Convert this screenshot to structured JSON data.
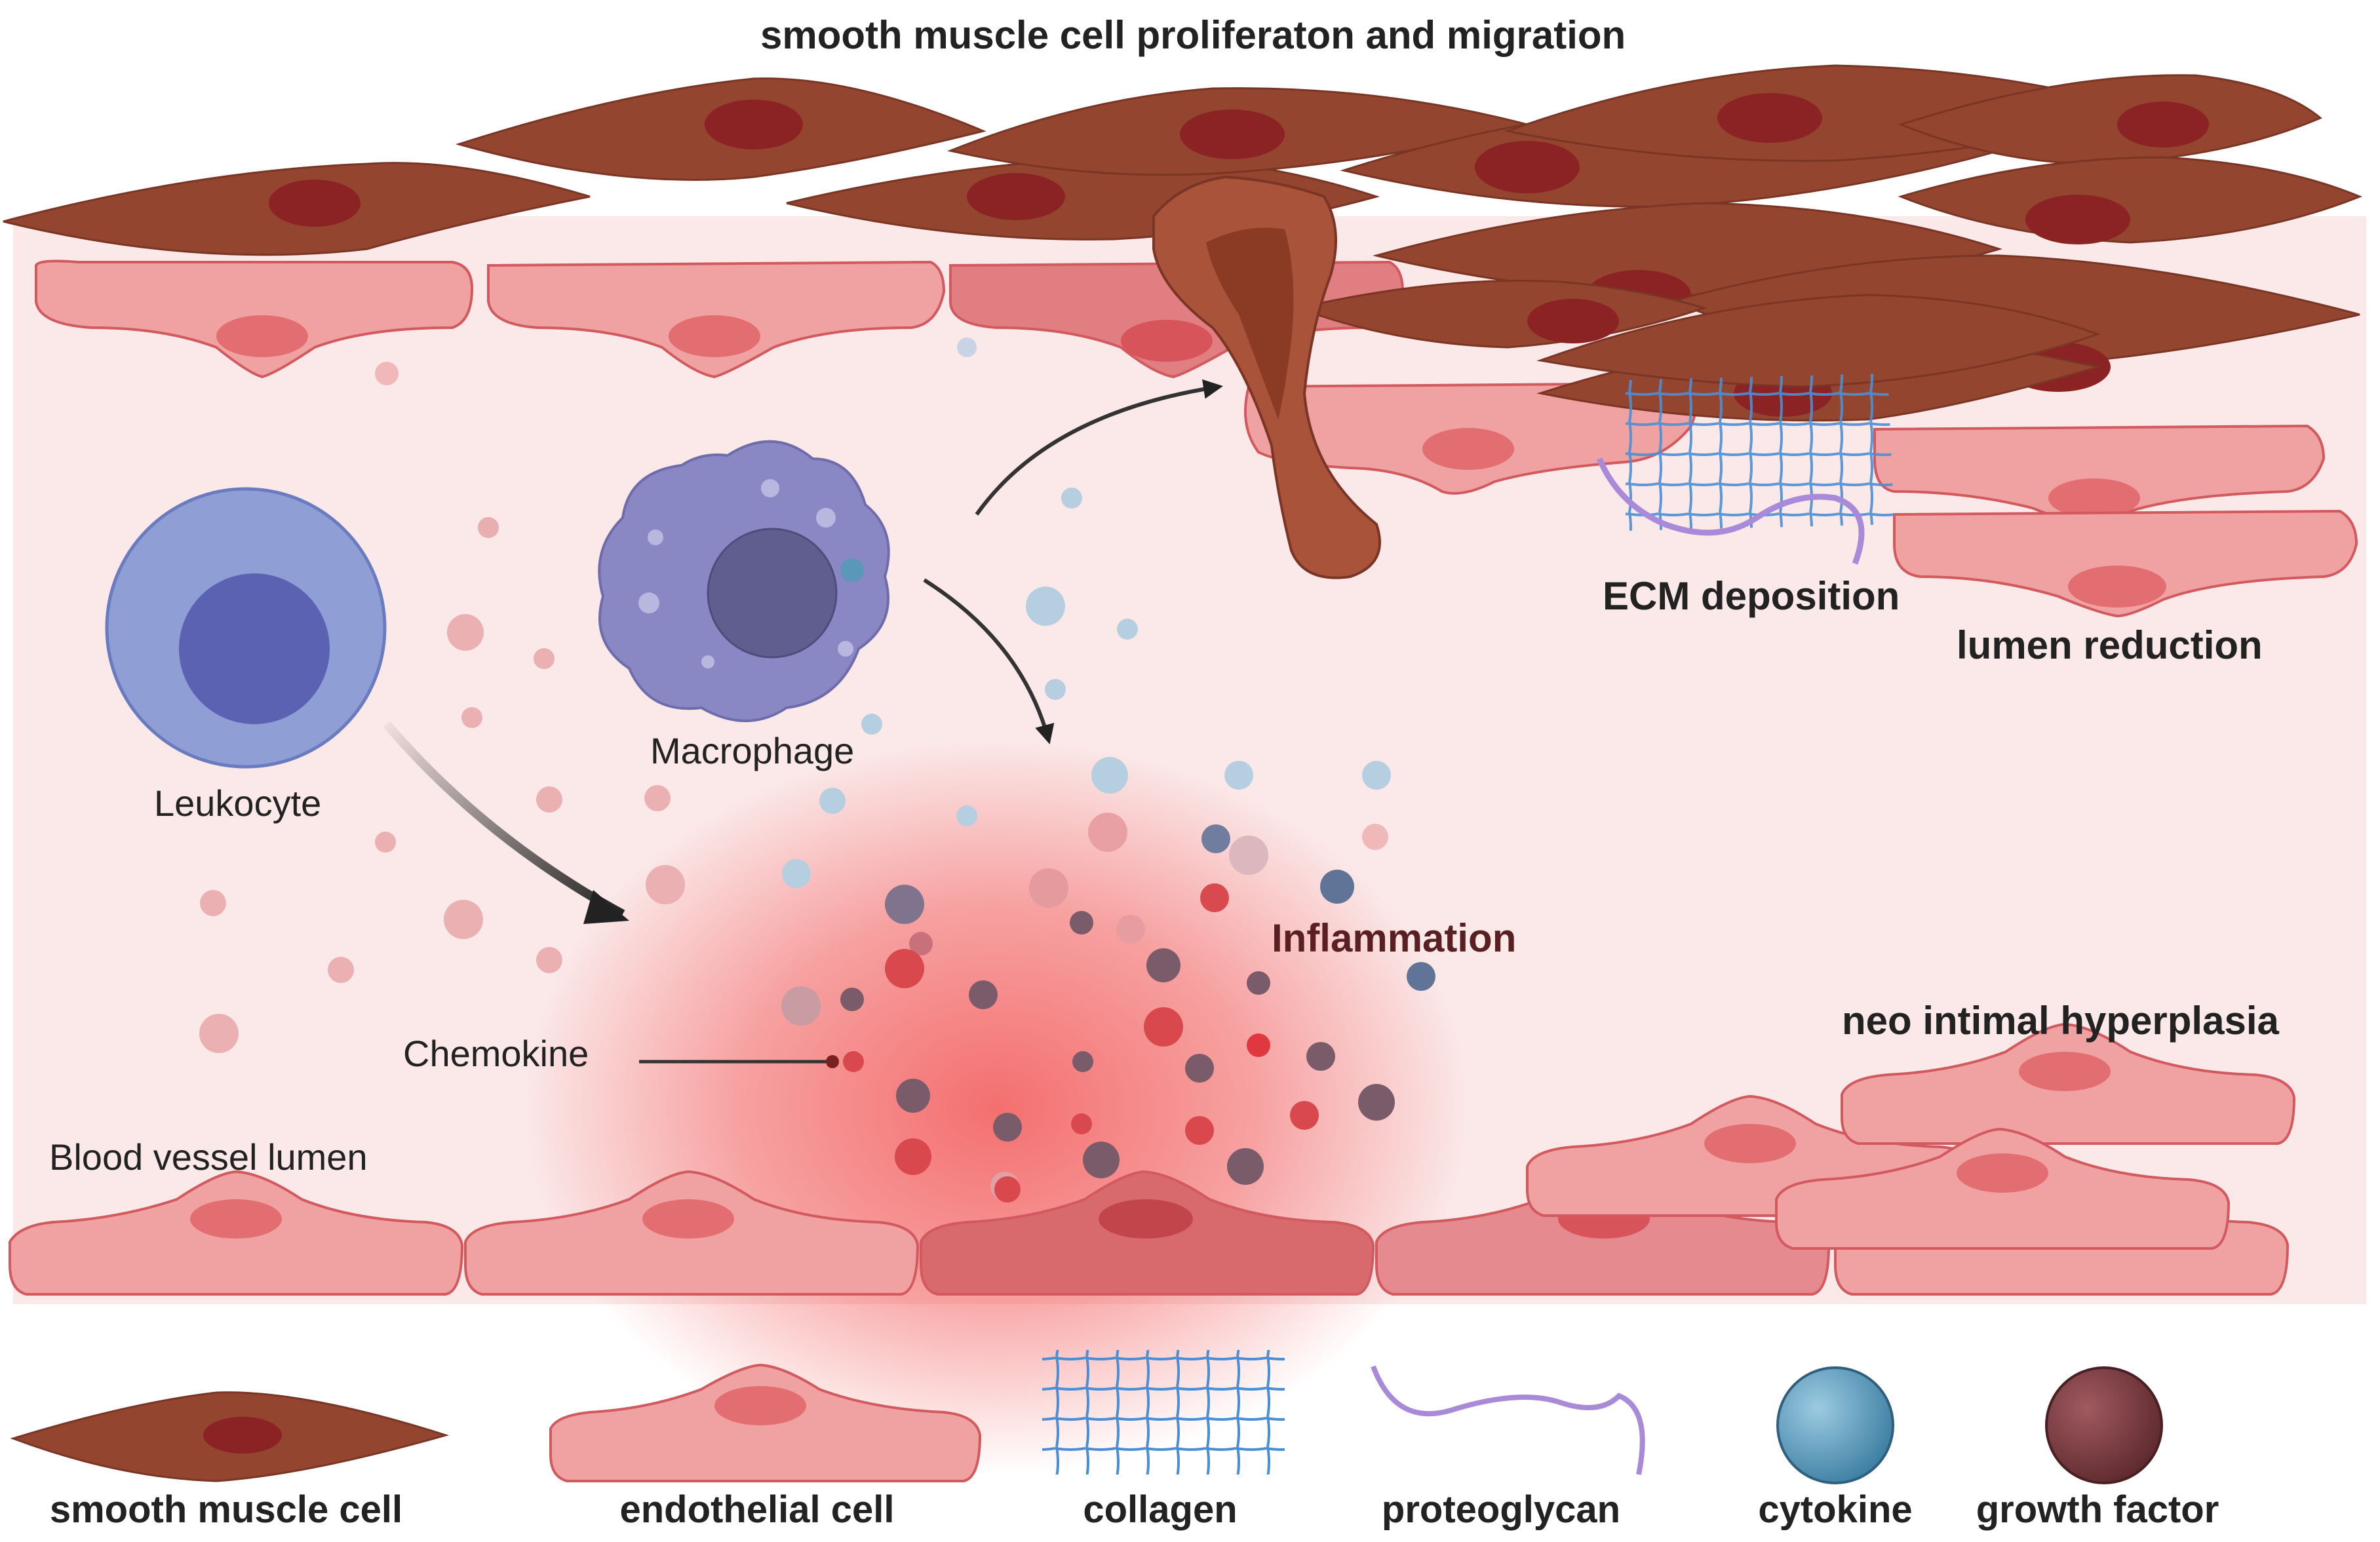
{
  "labels": {
    "title": "smooth muscle cell proliferaton and migration",
    "ecm": "ECM deposition",
    "lumen_reduction": "lumen reduction",
    "leukocyte": "Leukocyte",
    "macrophage": "Macrophage",
    "inflammation": "Inflammation",
    "chemokine": "Chemokine",
    "neo_intimal": "neo intimal hyperplasia",
    "blood_vessel_lumen": "Blood vessel lumen"
  },
  "legend": [
    {
      "label": "smooth muscle cell",
      "icon": "smooth-muscle-cell-icon"
    },
    {
      "label": "endothelial cell",
      "icon": "endothelial-cell-icon"
    },
    {
      "label": "collagen",
      "icon": "collagen-icon"
    },
    {
      "label": "proteoglycan",
      "icon": "proteoglycan-icon"
    },
    {
      "label": "cytokine",
      "icon": "cytokine-icon"
    },
    {
      "label": "growth factor",
      "icon": "growth-factor-icon"
    }
  ],
  "colors": {
    "vessel_background": "#fbe8e8",
    "smooth_muscle": "#944530",
    "smooth_muscle_nucleus": "#8b2224",
    "endothelial": "#f0a2a3",
    "endothelial_nucleus": "#e36e72",
    "leukocyte": "#8f9fd6",
    "leukocyte_nucleus": "#5c62b2",
    "macrophage": "#8a88c4",
    "inflammation": "#f35a5a",
    "collagen": "#4a8fd6",
    "proteoglycan": "#a98ad9",
    "cytokine": "#5a97b8",
    "growth_factor": "#7d3f44"
  }
}
